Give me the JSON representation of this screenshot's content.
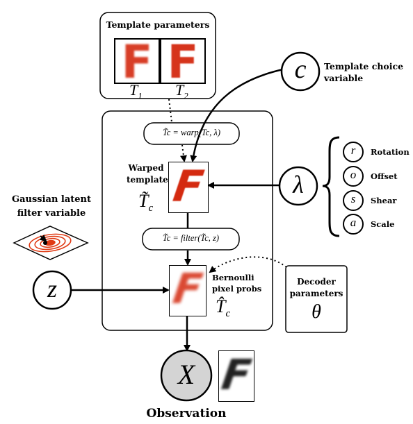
{
  "template_params": {
    "title": "Template parameters",
    "t1_base": "T",
    "t1_sub": "1",
    "t2_base": "T",
    "t2_sub": "2"
  },
  "nodes": {
    "c": "c",
    "lambda": "λ",
    "z": "z",
    "x": "X",
    "theta": "θ"
  },
  "template_choice": {
    "line1": "Template choice",
    "line2": "variable"
  },
  "warp_formula": "T̃c = warp(Tc, λ)",
  "filter_formula": "T̃c = filter(T̃c, z)",
  "warped": {
    "label1": "Warped",
    "label2": "template",
    "symbol_base": "T̃",
    "symbol_sub": "c"
  },
  "bernoulli": {
    "label1": "Bernoulli",
    "label2": "pixel probs",
    "symbol_base": "T̂",
    "symbol_sub": "c"
  },
  "decoder": {
    "line1": "Decoder",
    "line2": "parameters"
  },
  "gaussian": {
    "line1": "Gaussian latent",
    "line2": "filter variable"
  },
  "lambda_components": [
    {
      "symbol": "r",
      "label": "Rotation"
    },
    {
      "symbol": "o",
      "label": "Offset"
    },
    {
      "symbol": "s",
      "label": "Shear"
    },
    {
      "symbol": "a",
      "label": "Scale"
    }
  ],
  "observation": "Observation",
  "glyph_letter": "F",
  "colors": {
    "template_red": "#d42a10",
    "gaussian_red": "#e03a14",
    "observed_dark": "#222222",
    "node_x_fill": "#d4d4d4"
  }
}
